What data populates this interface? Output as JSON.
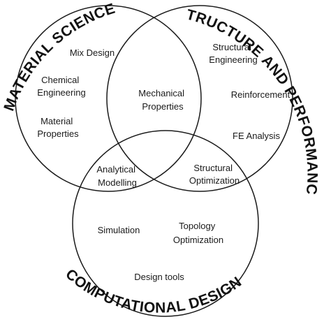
{
  "titles": {
    "material": "MATERIAL SCIENCE",
    "structure": "STRUCTURE AND PERFORMANCE",
    "computational": "COMPUTATIONAL DESIGN"
  },
  "material_only": {
    "mix_design": "Mix Design",
    "chemical_1": "Chemical",
    "chemical_2": "Engineering",
    "material_1": "Material",
    "material_2": "Properties"
  },
  "structure_only": {
    "structural_1": "Structural",
    "structural_2": "Engineering",
    "reinforcement": "Reinforcement",
    "fe_analysis": "FE Analysis"
  },
  "computational_only": {
    "simulation": "Simulation",
    "topology_1": "Topology",
    "topology_2": "Optimization",
    "design_tools": "Design tools"
  },
  "overlaps": {
    "mech_1": "Mechanical",
    "mech_2": "Properties",
    "analytical_1": "Analytical",
    "analytical_2": "Modelling",
    "optim_1": "Structural",
    "optim_2": "Optimization"
  }
}
